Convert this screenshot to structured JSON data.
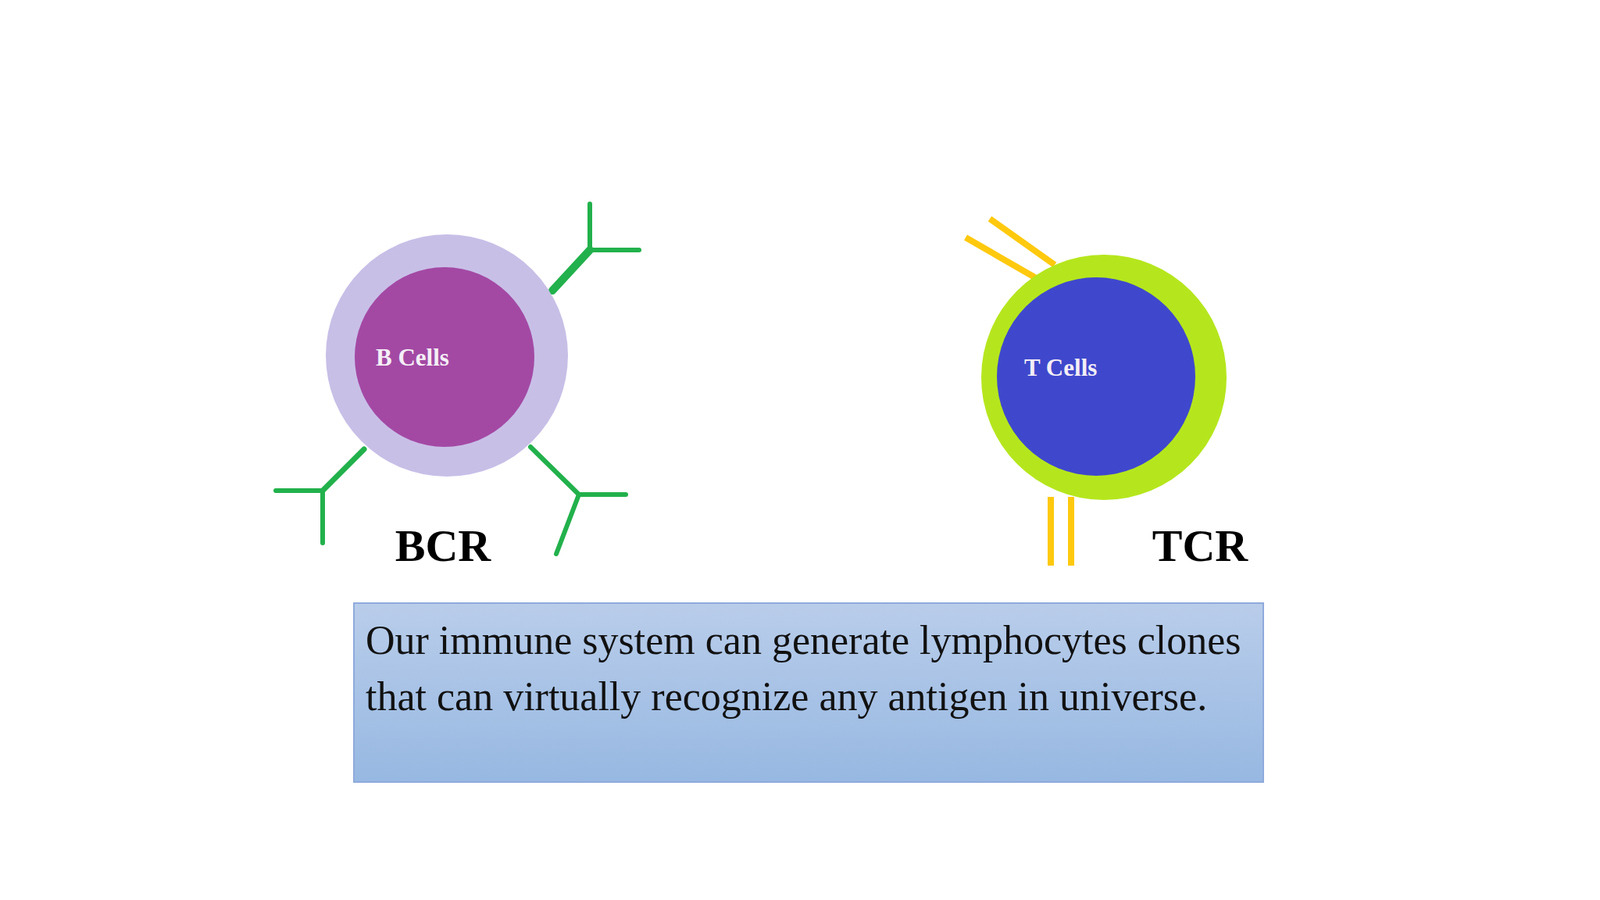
{
  "diagram": {
    "nodes": [
      {
        "text": [
          "B Cells"
        ]
      },
      {
        "text": [
          "T Cells"
        ]
      },
      {
        "text": [
          "Our immune system can generate lymphocytes clones that can virtually recognize any antigen in universe."
        ]
      }
    ],
    "labels": [
      "BCR",
      "TCR"
    ]
  }
}
